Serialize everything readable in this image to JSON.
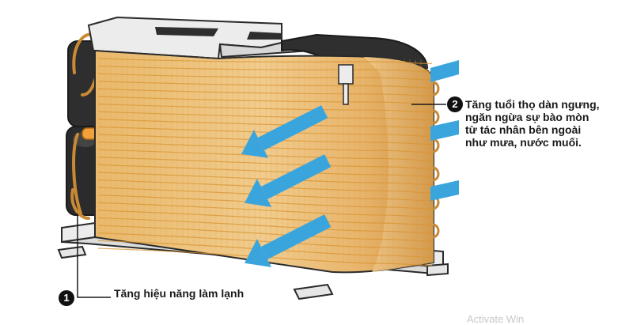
{
  "callouts": {
    "one": {
      "number": "1",
      "text": "Tăng hiệu năng làm lạnh"
    },
    "two": {
      "number": "2",
      "lines": [
        "Tăng tuổi thọ dàn ngưng,",
        "ngăn ngừa sự bào mòn",
        "từ tác nhân bên ngoài",
        "như mưa, nước muối."
      ]
    }
  },
  "watermark": "Activate Win",
  "colors": {
    "coil": "#e8b56a",
    "fin_lines": "#d9942f",
    "arrow": "#3aa5dc",
    "frame": "#e6e6e6",
    "outline": "#2a2a2a",
    "compressor": "#2e2e2e",
    "copper": "#c88a35"
  }
}
